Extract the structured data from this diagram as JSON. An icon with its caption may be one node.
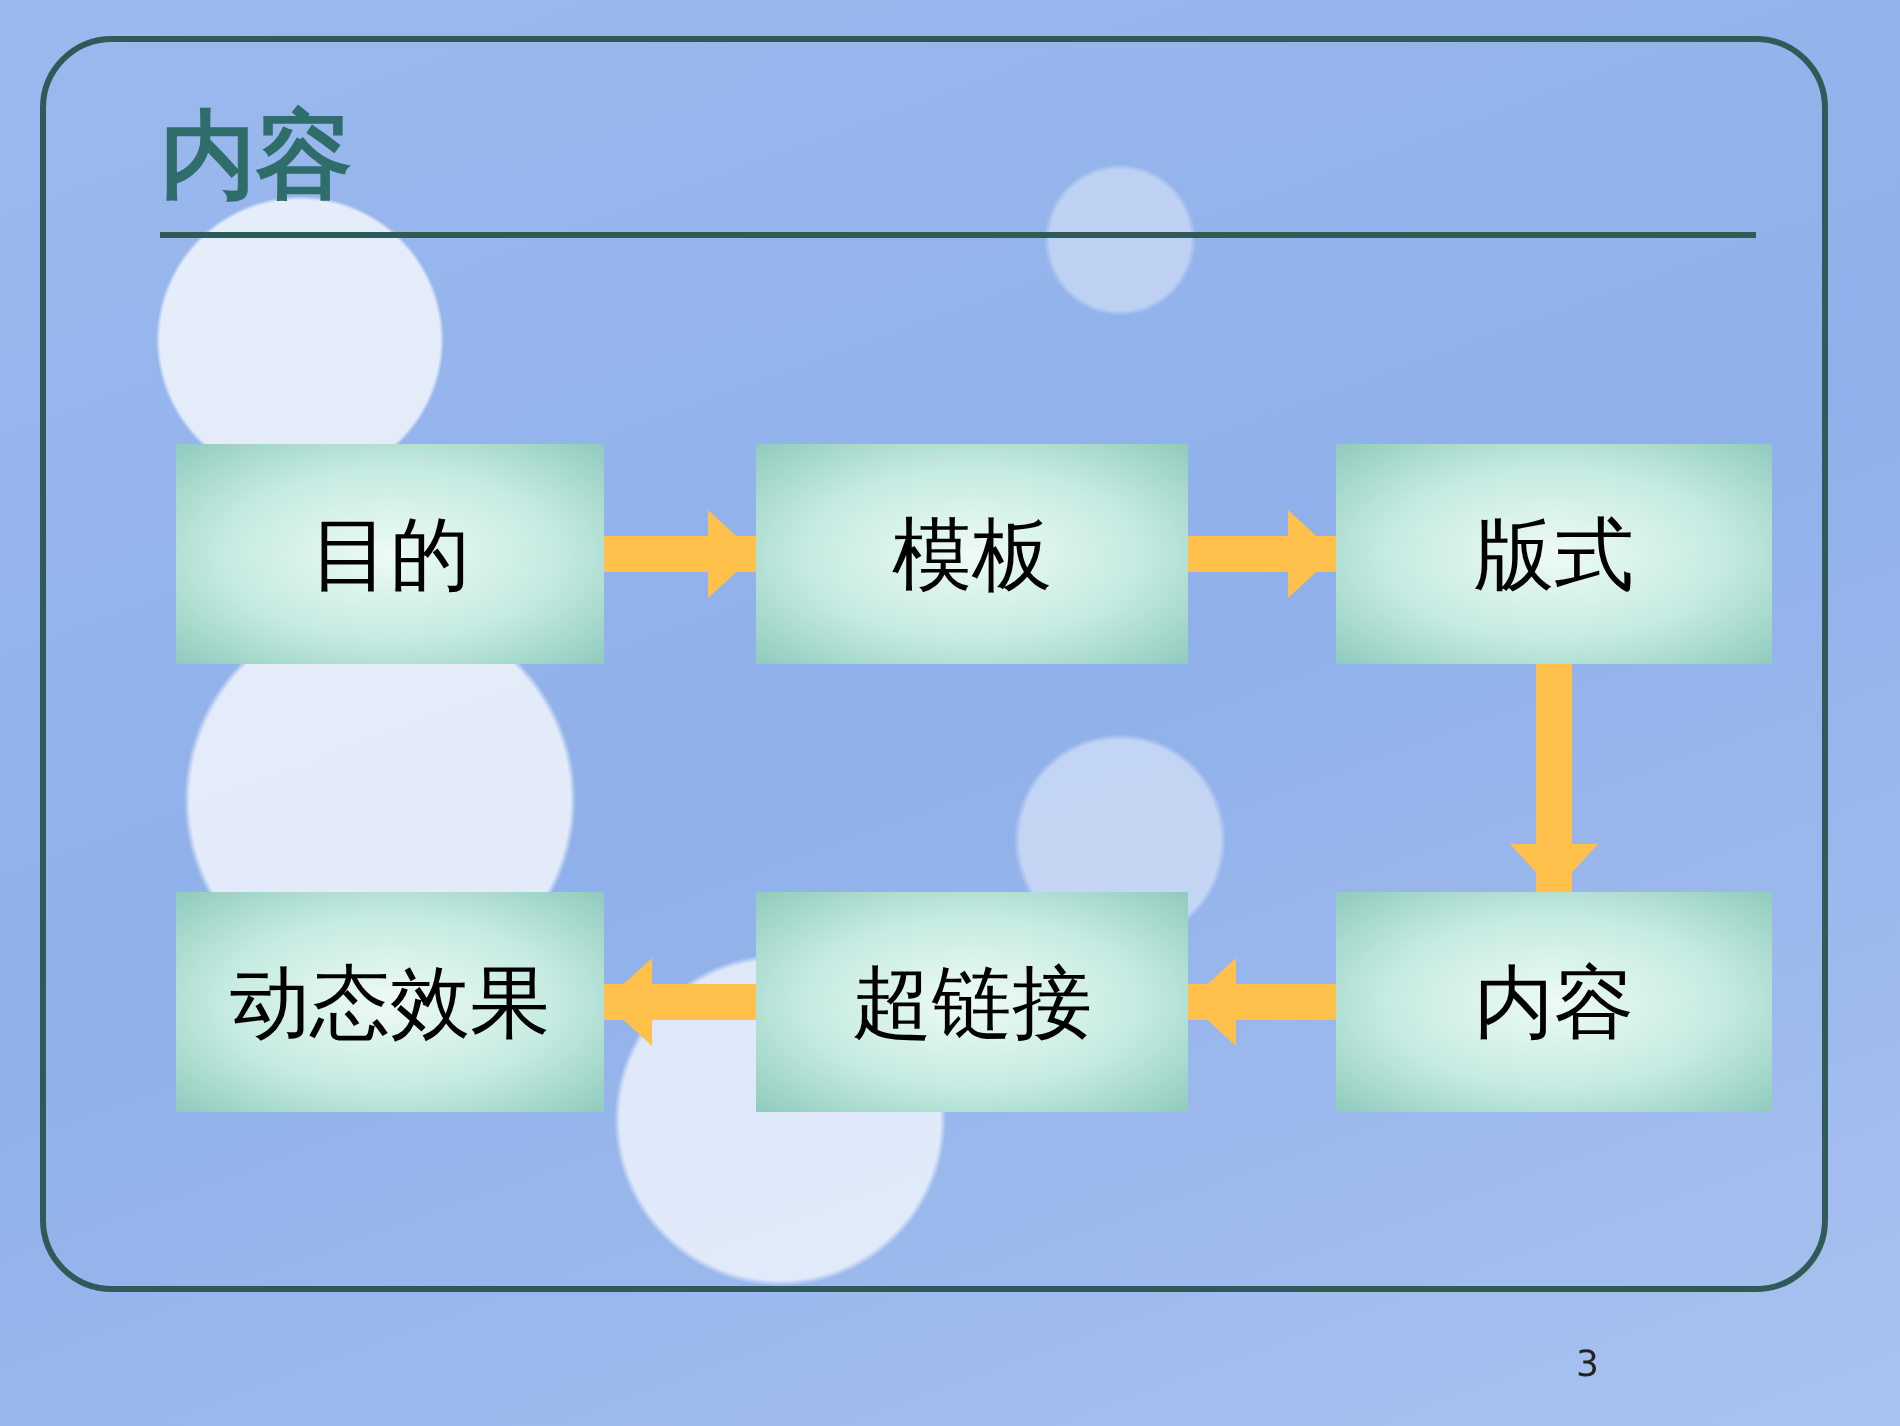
{
  "diagram": {
    "title": "内容",
    "nodes": [
      {
        "text": [
          "目的"
        ]
      },
      {
        "text": [
          "模板"
        ]
      },
      {
        "text": [
          "版式"
        ]
      },
      {
        "text": [
          "动态效果"
        ]
      },
      {
        "text": [
          "超链接"
        ]
      },
      {
        "text": [
          "内容"
        ]
      }
    ],
    "edges": [
      {
        "from": 0,
        "to": 1,
        "arrow": "to"
      },
      {
        "from": 1,
        "to": 2,
        "arrow": "to"
      },
      {
        "from": 2,
        "to": 5,
        "arrow": "to"
      },
      {
        "from": 5,
        "to": 4,
        "arrow": "to"
      },
      {
        "from": 4,
        "to": 3,
        "arrow": "to"
      }
    ],
    "labels": [
      "3"
    ]
  }
}
